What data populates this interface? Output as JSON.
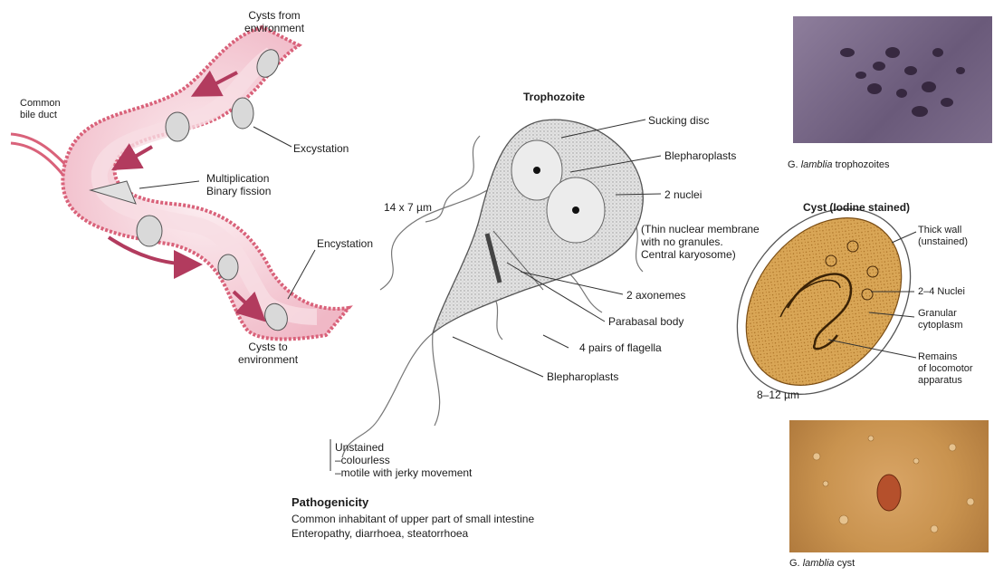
{
  "lifecycle": {
    "cysts_from_env": [
      "Cysts from",
      "environment"
    ],
    "common_bile_duct": [
      "Common",
      "bile duct"
    ],
    "excystation": "Excystation",
    "multiplication": [
      "Multiplication",
      "Binary fission"
    ],
    "encystation": "Encystation",
    "cysts_to_env": [
      "Cysts to",
      "environment"
    ]
  },
  "trophozoite": {
    "title": "Trophozoite",
    "size": "14 x 7 µm",
    "sucking_disc": "Sucking disc",
    "blepharoplasts_top": "Blepharoplasts",
    "nuclei": "2 nuclei",
    "nuclear_note": [
      "(Thin nuclear membrane",
      "with no granules.",
      "Central karyosome)"
    ],
    "axonemes": "2 axonemes",
    "parabasal": "Parabasal body",
    "flagella": "4 pairs of flagella",
    "blepharoplasts_bottom": "Blepharoplasts",
    "unstained": [
      "Unstained",
      "–colourless",
      "–motile with jerky movement"
    ]
  },
  "pathogenicity": {
    "heading": "Pathogenicity",
    "lines": [
      "Common inhabitant of upper part of small intestine",
      "Enteropathy, diarrhoea, steatorrhoea"
    ]
  },
  "cyst": {
    "title": "Cyst (Iodine stained)",
    "thick_wall": [
      "Thick wall",
      "(unstained)"
    ],
    "nuclei": "2–4 Nuclei",
    "granular": [
      "Granular",
      "cytoplasm"
    ],
    "remains": [
      "Remains",
      "of locomotor",
      "apparatus"
    ],
    "size": "8–12 µm"
  },
  "photos": {
    "trophozoite_caption_genus": "G.",
    "trophozoite_caption_species": "lamblia",
    "trophozoite_caption_rest": "trophozoites",
    "cyst_caption_genus": "G.",
    "cyst_caption_species": "lamblia",
    "cyst_caption_rest": "cyst"
  },
  "colors": {
    "intestine_wall": "#d9627a",
    "intestine_fill": "#f7dde3",
    "arrow": "#b23b5e",
    "trophozoite_fill": "#d9d9d9",
    "cyst_fill": "#d7a14a",
    "photo_purple": "#6a5a7a",
    "photo_amber": "#c9934f"
  }
}
